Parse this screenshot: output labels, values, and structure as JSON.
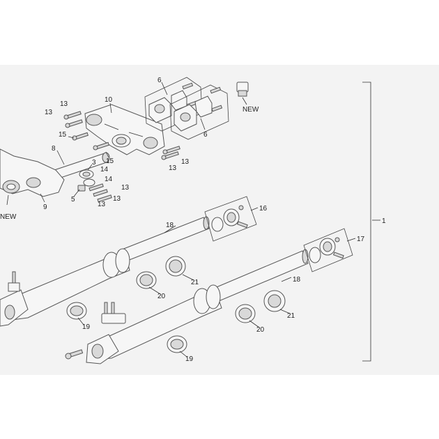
{
  "diagram": {
    "callouts": [
      {
        "id": "c1",
        "text": "1"
      },
      {
        "id": "c3",
        "text": "3"
      },
      {
        "id": "c5",
        "text": "5"
      },
      {
        "id": "c6a",
        "text": "6"
      },
      {
        "id": "c6b",
        "text": "6"
      },
      {
        "id": "c8",
        "text": "8"
      },
      {
        "id": "c9",
        "text": "9"
      },
      {
        "id": "c10",
        "text": "10"
      },
      {
        "id": "c13a",
        "text": "13"
      },
      {
        "id": "c13b",
        "text": "13"
      },
      {
        "id": "c13c",
        "text": "13"
      },
      {
        "id": "c13d",
        "text": "13"
      },
      {
        "id": "c13e",
        "text": "13"
      },
      {
        "id": "c13f",
        "text": "13"
      },
      {
        "id": "c13g",
        "text": "13"
      },
      {
        "id": "c14a",
        "text": "14"
      },
      {
        "id": "c14b",
        "text": "14"
      },
      {
        "id": "c15a",
        "text": "15"
      },
      {
        "id": "c15b",
        "text": "15"
      },
      {
        "id": "c16",
        "text": "16"
      },
      {
        "id": "c17",
        "text": "17"
      },
      {
        "id": "c18a",
        "text": "18"
      },
      {
        "id": "c18b",
        "text": "18"
      },
      {
        "id": "c19a",
        "text": "19"
      },
      {
        "id": "c19b",
        "text": "19"
      },
      {
        "id": "c20a",
        "text": "20"
      },
      {
        "id": "c20b",
        "text": "20"
      },
      {
        "id": "c21a",
        "text": "21"
      },
      {
        "id": "c21b",
        "text": "21"
      }
    ],
    "new_labels": [
      {
        "id": "n1",
        "text": "NEW"
      },
      {
        "id": "n2",
        "text": "NEW"
      }
    ],
    "colors": {
      "background": "#f3f3f3",
      "line": "#555555",
      "text": "#222222"
    }
  }
}
